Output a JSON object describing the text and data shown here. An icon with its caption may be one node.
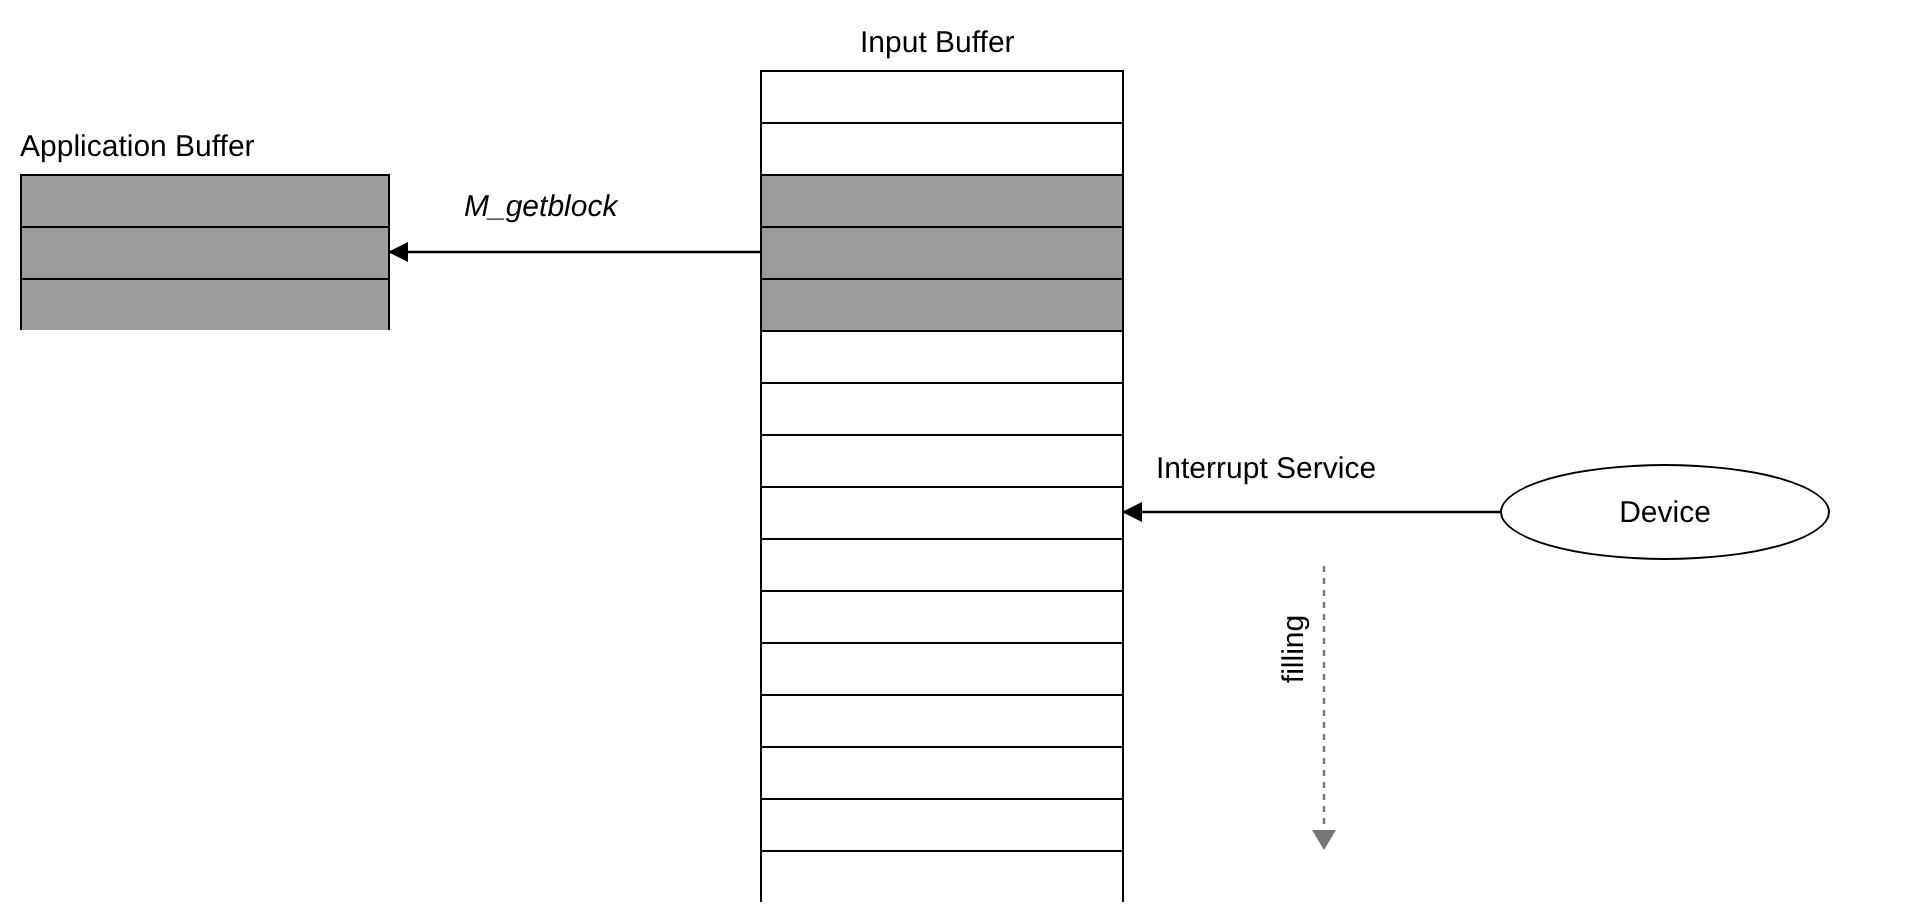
{
  "diagram": {
    "nodes": [
      {
        "text": [
          "Application Buffer"
        ]
      },
      {
        "text": [
          "Input Buffer"
        ]
      },
      {
        "text": [
          "Device"
        ]
      }
    ],
    "edges": [
      {
        "from": 1,
        "to": 0,
        "arrow": "to",
        "label": "M_getblock"
      },
      {
        "from": 2,
        "to": 1,
        "arrow": "to",
        "label": "Interrupt Service"
      }
    ],
    "labels": [
      "filling"
    ]
  }
}
